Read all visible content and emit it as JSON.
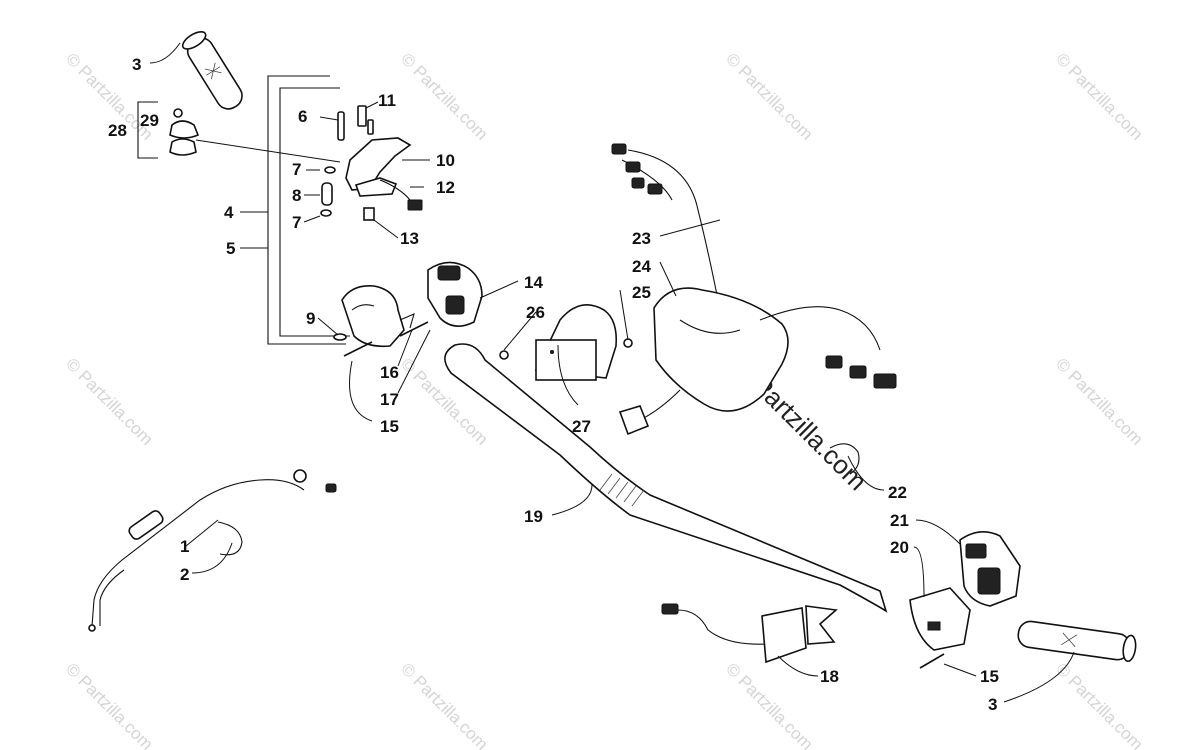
{
  "watermark": {
    "text": "© Partzilla.com",
    "center_text": "© Partzilla.com"
  },
  "callouts": {
    "c1": "1",
    "c2": "2",
    "c3a": "3",
    "c3b": "3",
    "c4": "4",
    "c5": "5",
    "c6": "6",
    "c7a": "7",
    "c7b": "7",
    "c8": "8",
    "c9": "9",
    "c10": "10",
    "c11": "11",
    "c12": "12",
    "c13": "13",
    "c14": "14",
    "c15a": "15",
    "c15b": "15",
    "c16": "16",
    "c17": "17",
    "c18": "18",
    "c19": "19",
    "c20": "20",
    "c21": "21",
    "c22": "22",
    "c23": "23",
    "c24": "24",
    "c25": "25",
    "c26": "26",
    "c27": "27",
    "c28": "28",
    "c29": "29"
  },
  "colors": {
    "line": "#111111",
    "watermark": "#d4d4d4",
    "background": "#ffffff"
  }
}
